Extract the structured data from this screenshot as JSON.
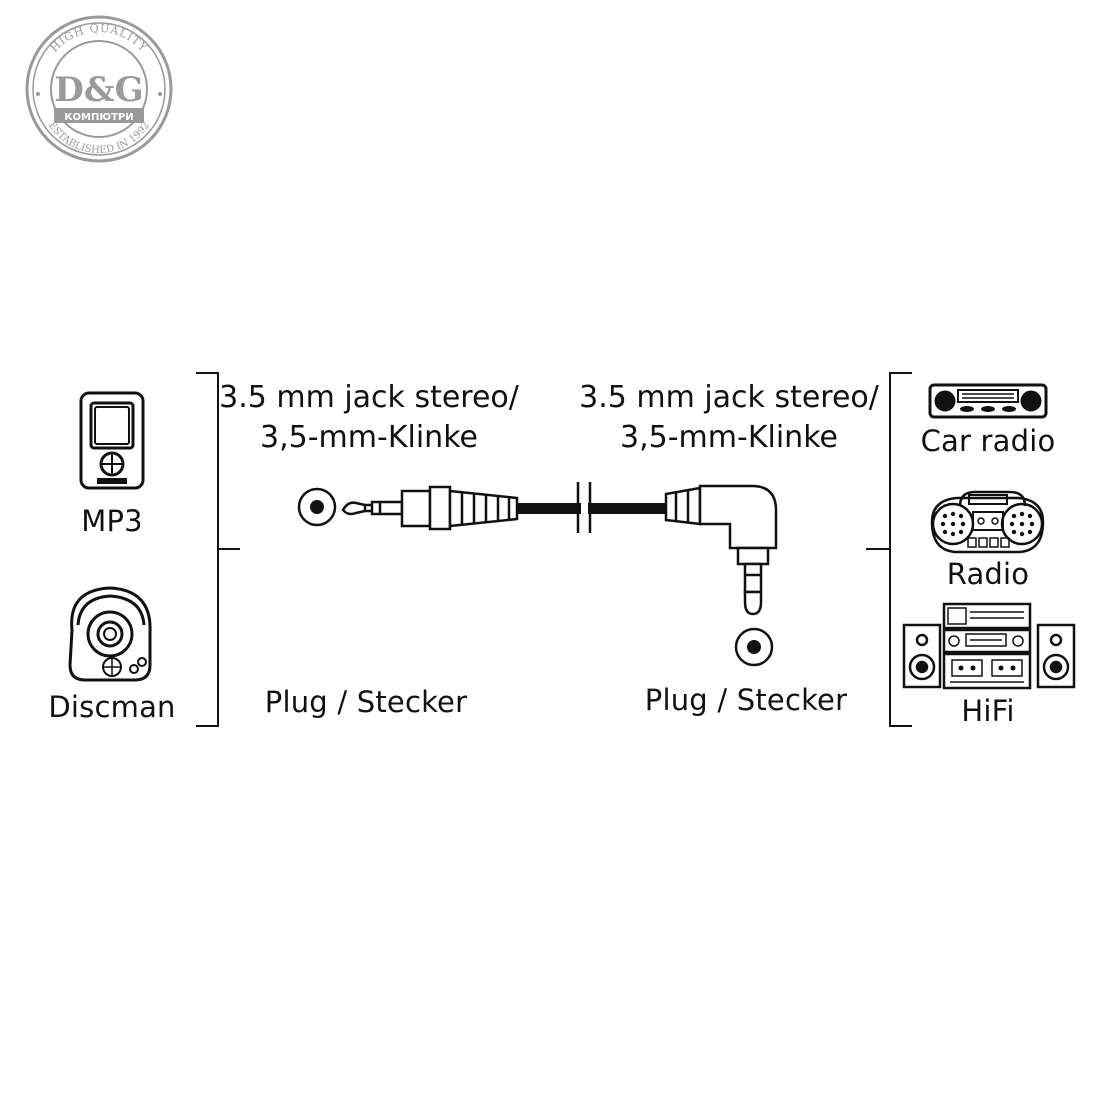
{
  "logo": {
    "brand": "D&G",
    "subtitle": "КОМПЮТРИ",
    "arc_top": "HIGH QUALITY",
    "arc_bottom": "ESTABLISHED IN 1992",
    "color": "#9a9a9a"
  },
  "left_devices": [
    {
      "label": "MP3",
      "icon": "mp3-player-icon"
    },
    {
      "label": "Discman",
      "icon": "discman-icon"
    }
  ],
  "right_devices": [
    {
      "label": "Car radio",
      "icon": "car-radio-icon"
    },
    {
      "label": "Radio",
      "icon": "boombox-icon"
    },
    {
      "label": "HiFi",
      "icon": "hifi-system-icon"
    }
  ],
  "connector_left": {
    "line1": "3.5 mm jack stereo/",
    "line2": "3,5-mm-Klinke",
    "type_label": "Plug / Stecker"
  },
  "connector_right": {
    "line1": "3.5 mm jack stereo/",
    "line2": "3,5-mm-Klinke",
    "type_label": "Plug / Stecker"
  },
  "colors": {
    "line": "#111111",
    "background": "#ffffff",
    "logo": "#9a9a9a"
  }
}
